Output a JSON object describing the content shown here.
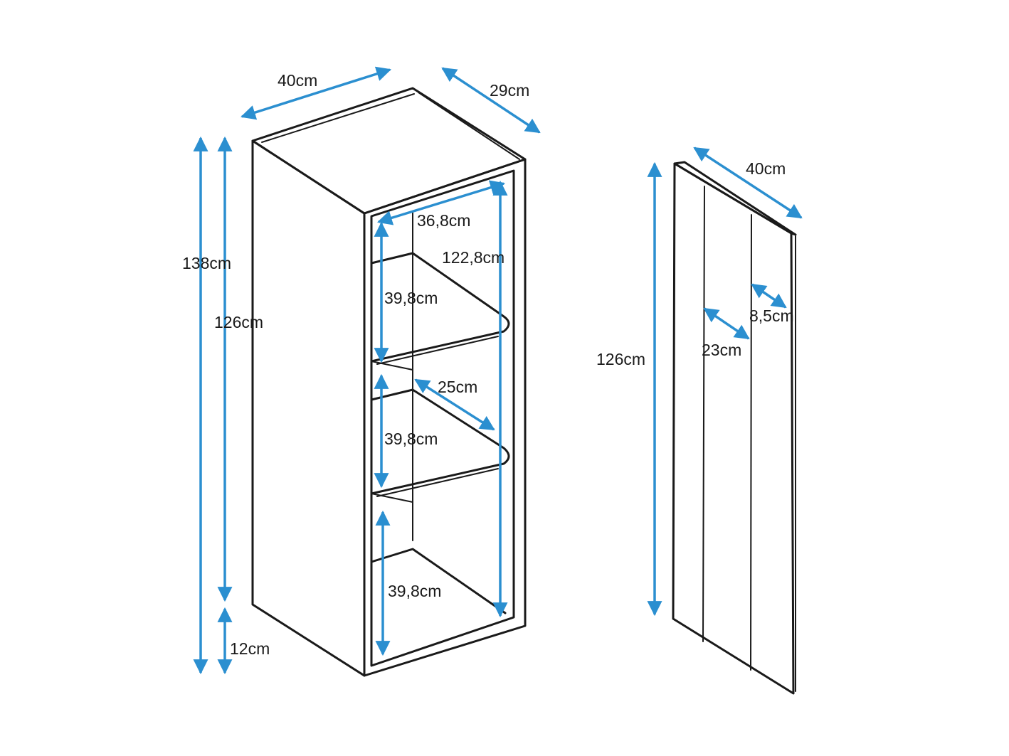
{
  "colors": {
    "dimension_arrow": "#2b8fd0",
    "outline": "#1a1a1a",
    "background": "#ffffff"
  },
  "cabinet": {
    "width": "40cm",
    "depth": "29cm",
    "total_height": "138cm",
    "body_height": "126cm",
    "bottom_gap": "12cm",
    "inner_width": "36,8cm",
    "inner_height": "122,8cm",
    "shelf_depth": "25cm",
    "compartment_top": "39,8cm",
    "compartment_middle": "39,8cm",
    "compartment_bottom": "39,8cm"
  },
  "door": {
    "width": "40cm",
    "height": "126cm",
    "groove_offset": "23cm",
    "groove_spacing": "8,5cm"
  }
}
